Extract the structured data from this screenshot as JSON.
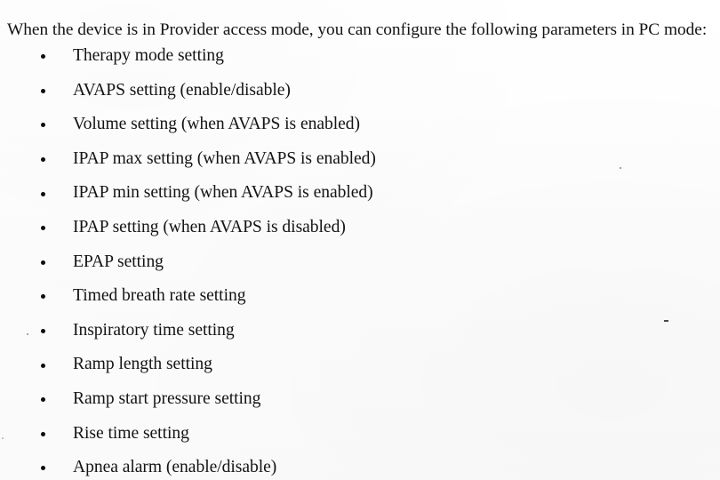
{
  "document": {
    "intro_paragraph": "When the device is in Provider access mode, you can configure the following parameters in PC mode:",
    "bullet_marker": "bullet-dot",
    "items": [
      {
        "label": "Therapy mode setting"
      },
      {
        "label": "AVAPS setting (enable/disable)"
      },
      {
        "label": "Volume setting (when AVAPS is enabled)"
      },
      {
        "label": "IPAP max setting (when AVAPS is enabled)"
      },
      {
        "label": "IPAP min setting (when AVAPS is enabled)"
      },
      {
        "label": "IPAP setting (when AVAPS is disabled)"
      },
      {
        "label": "EPAP setting"
      },
      {
        "label": "Timed breath rate setting"
      },
      {
        "label": "Inspiratory time setting"
      },
      {
        "label": "Ramp length setting"
      },
      {
        "label": "Ramp start pressure setting"
      },
      {
        "label": "Rise time setting"
      },
      {
        "label": "Apnea alarm (enable/disable)"
      }
    ]
  },
  "appearance": {
    "page_background": "#fdfdfd",
    "text_color": "#141414"
  }
}
